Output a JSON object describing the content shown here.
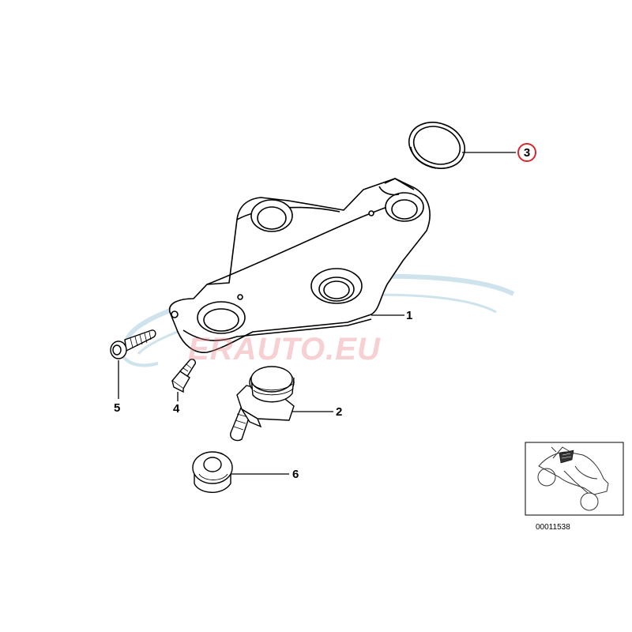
{
  "callouts": [
    {
      "id": "1",
      "label": "1",
      "highlighted": false
    },
    {
      "id": "2",
      "label": "2",
      "highlighted": false
    },
    {
      "id": "3",
      "label": "3",
      "highlighted": true
    },
    {
      "id": "4",
      "label": "4",
      "highlighted": false
    },
    {
      "id": "5",
      "label": "5",
      "highlighted": false
    },
    {
      "id": "6",
      "label": "6",
      "highlighted": false
    }
  ],
  "watermark": {
    "text": "ERAUTO.EU"
  },
  "thumbnail": {
    "diagram_number": "00011538"
  },
  "colors": {
    "line": "#000000",
    "highlight": "#d6262d",
    "watermark_red": "#e07a86",
    "watermark_blue": "#9ec4d8"
  }
}
